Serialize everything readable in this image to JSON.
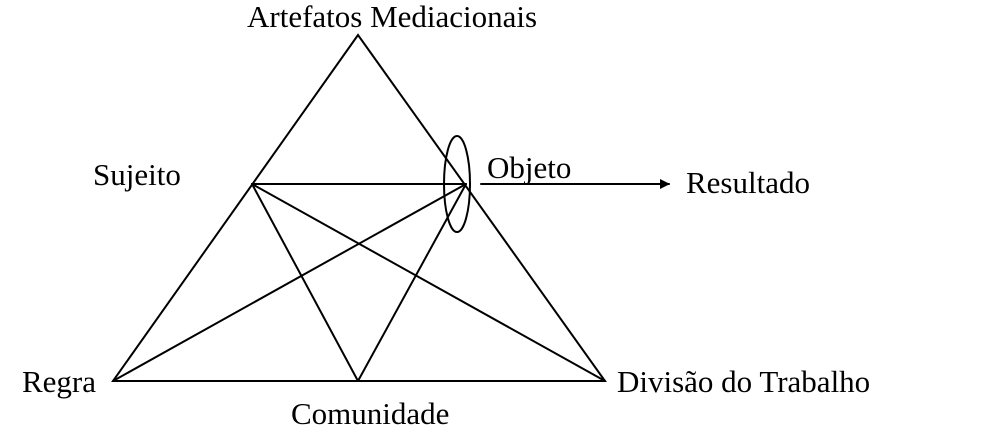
{
  "diagram": {
    "nodes": {
      "artefatos": "Artefatos Mediacionais",
      "sujeito": "Sujeito",
      "objeto": "Objeto",
      "resultado": "Resultado",
      "regra": "Regra",
      "comunidade": "Comunidade",
      "divisao": "Divisão do Trabalho"
    },
    "colors": {
      "stroke": "#000000",
      "background": "#ffffff"
    }
  }
}
